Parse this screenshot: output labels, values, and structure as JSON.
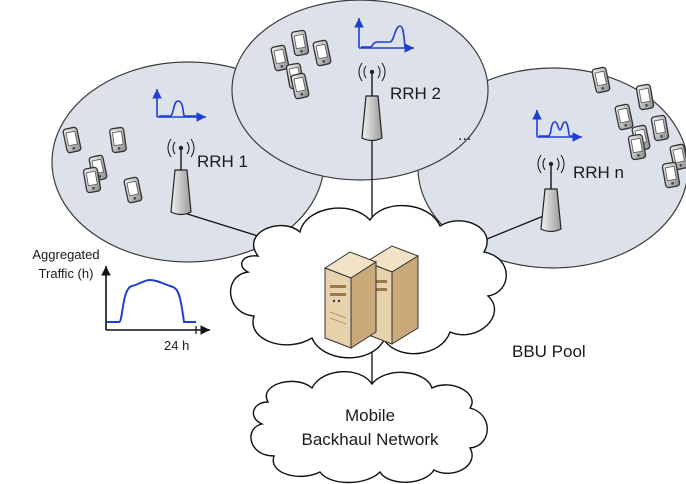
{
  "cells": {
    "rrh1": {
      "label": "RRH 1",
      "phones": 5
    },
    "rrh2": {
      "label": "RRH 2",
      "phones": 5
    },
    "rrhn": {
      "label": "RRH n",
      "phones": 8
    },
    "ellipsis": "..."
  },
  "aggregated_traffic": {
    "label_line1": "Aggregated",
    "label_line2": "Traffic (h)",
    "x_end_label": "24 h"
  },
  "bbu_pool": {
    "label": "BBU Pool"
  },
  "backhaul": {
    "label_line1": "Mobile",
    "label_line2": "Backhaul Network"
  },
  "colors": {
    "cell_fill": "#dde2ea",
    "cell_stroke": "#3c3c3c",
    "traffic_curve": "#1f3fd1",
    "axis": "#1f3fd1",
    "server_face": "#e8d2ad",
    "server_side": "#c9a87a"
  }
}
